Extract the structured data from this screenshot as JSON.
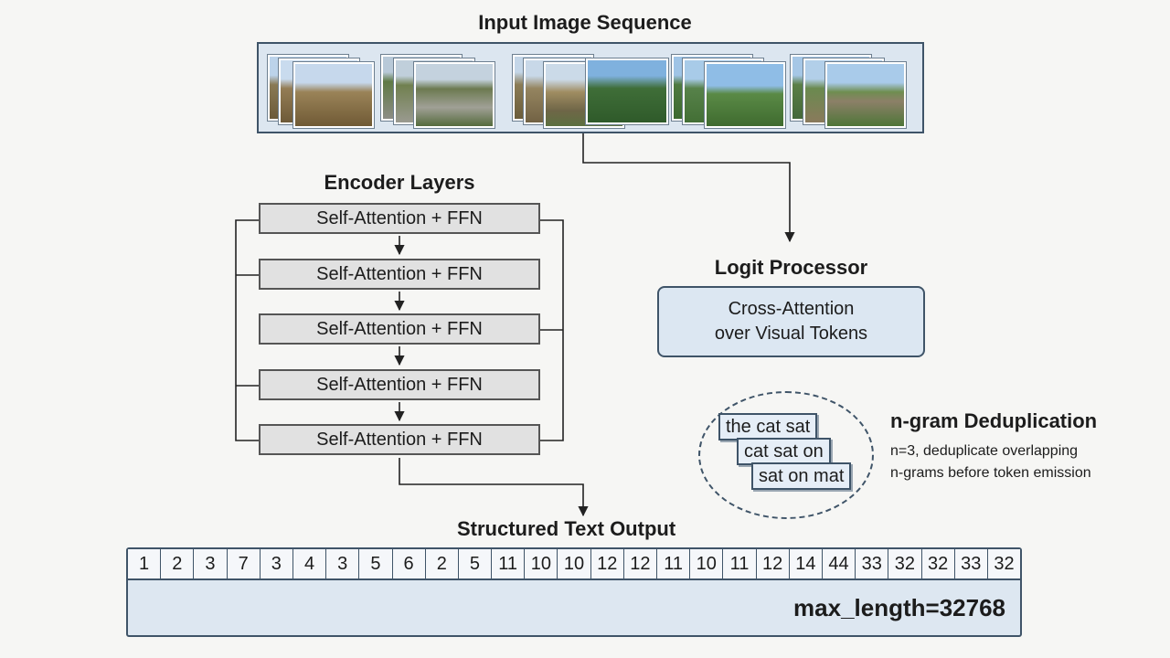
{
  "input": {
    "title": "Input Image Sequence"
  },
  "encoder": {
    "title": "Encoder Layers",
    "layers": [
      "Self-Attention + FFN",
      "Self-Attention + FFN",
      "Self-Attention + FFN",
      "Self-Attention + FFN",
      "Self-Attention + FFN"
    ]
  },
  "logit": {
    "title": "Logit Processor",
    "line1": "Cross-Attention",
    "line2": "over Visual Tokens"
  },
  "ngram": {
    "title": "n-gram Deduplication",
    "desc_line1": "n=3, deduplicate overlapping",
    "desc_line2": "n-grams before token emission",
    "grams": [
      "the cat sat",
      "cat sat on",
      "sat on mat"
    ]
  },
  "output": {
    "title": "Structured Text Output",
    "tokens": [
      "1",
      "2",
      "3",
      "7",
      "3",
      "4",
      "3",
      "5",
      "6",
      "2",
      "5",
      "11",
      "10",
      "10",
      "12",
      "12",
      "11",
      "10",
      "11",
      "12",
      "14",
      "44",
      "33",
      "32",
      "32",
      "33",
      "32"
    ],
    "max_length": "max_length=32768"
  }
}
